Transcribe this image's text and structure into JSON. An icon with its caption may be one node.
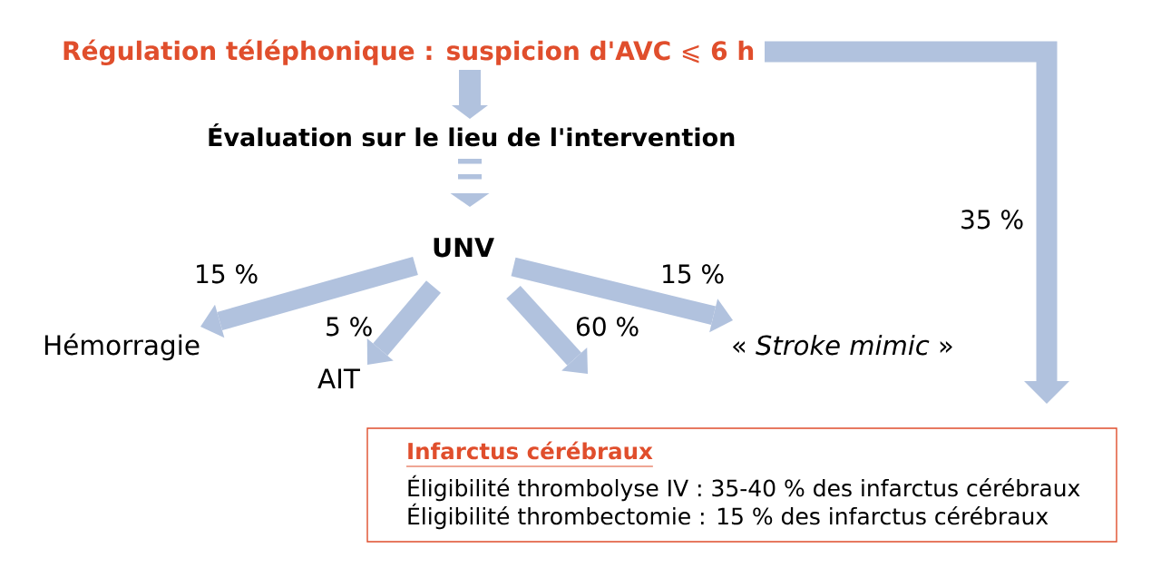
{
  "diagram": {
    "nodes": [
      {
        "text": [
          "Régulation téléphonique : suspicion d'AVC ⩽ 6 h"
        ]
      },
      {
        "text": [
          "Évaluation sur le lieu de l'intervention"
        ]
      },
      {
        "text": [
          "UNV"
        ]
      },
      {
        "text": [
          "Hémorragie"
        ]
      },
      {
        "text": [
          "« *Stroke mimic* »"
        ]
      },
      {
        "text": [
          "AIT"
        ]
      },
      {
        "text": [
          "Infarctus cérébraux",
          "Éligibilité thrombolyse IV : 35-40 % des infarctus cérébraux",
          "Éligibilité thrombectomie : 15 % des infarctus cérébraux"
        ]
      }
    ],
    "edges": [
      {
        "from": 0,
        "to": 1,
        "arrow": "to"
      },
      {
        "from": 1,
        "to": 2,
        "arrow": "to",
        "style": "dashed"
      },
      {
        "from": 2,
        "to": 3,
        "arrow": "to",
        "label": "15 %"
      },
      {
        "from": 2,
        "to": 5,
        "arrow": "to",
        "label": "5 %"
      },
      {
        "from": 2,
        "to": 6,
        "arrow": "to",
        "label": "60 %"
      },
      {
        "from": 2,
        "to": 4,
        "arrow": "to",
        "label": "15 %"
      },
      {
        "from": 0,
        "to": 6,
        "arrow": "to",
        "label": "35 %"
      }
    ]
  }
}
